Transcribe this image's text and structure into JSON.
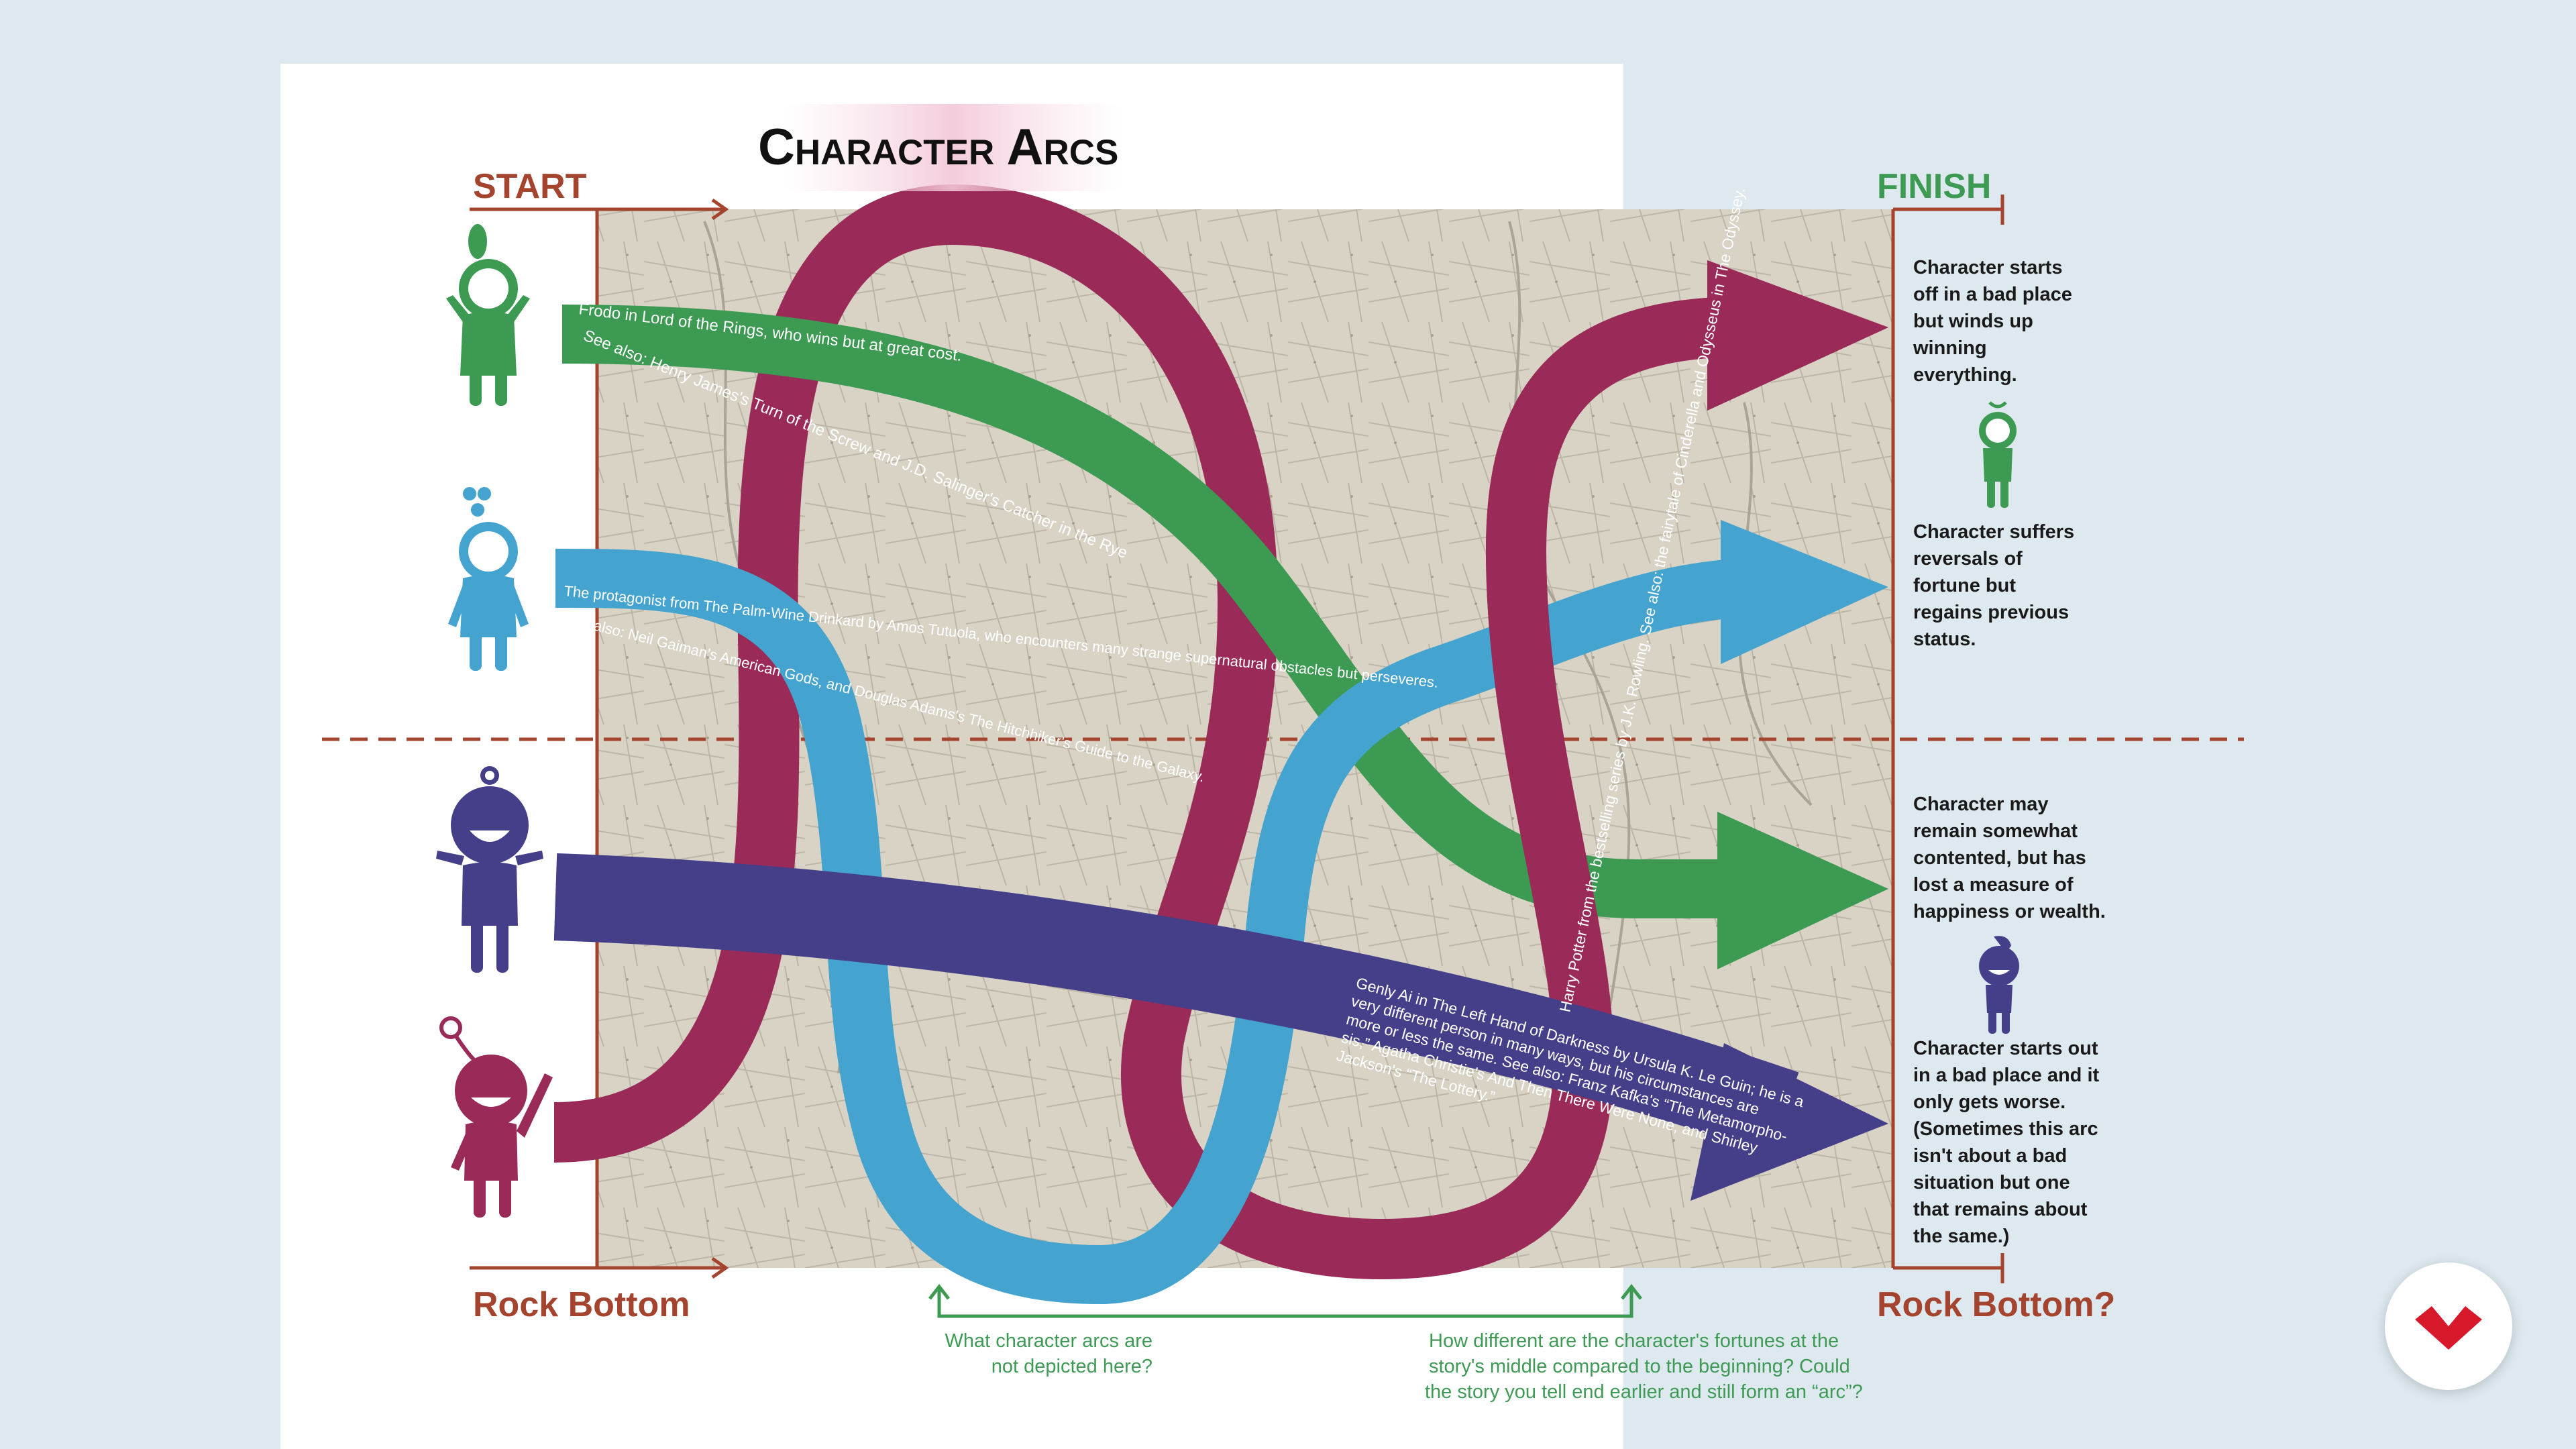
{
  "title": "Character Arcs",
  "labels": {
    "start": "START",
    "finish": "FINISH",
    "rock_bottom_left": "Rock Bottom",
    "rock_bottom_right": "Rock Bottom?"
  },
  "descriptions": [
    [
      "Character starts",
      "off in a bad place",
      "but winds up",
      "winning",
      "everything."
    ],
    [
      "Character suffers",
      "reversals of",
      "fortune but",
      "regains previous",
      "status."
    ],
    [
      "Character may",
      "remain somewhat",
      "contented, but has",
      "lost a measure of",
      "happiness or wealth."
    ],
    [
      "Character starts out",
      "in a bad place and it",
      "only gets worse.",
      "(Sometimes this arc",
      "isn't about a bad",
      "situation but one",
      "that remains about",
      "the same.)"
    ]
  ],
  "questions": {
    "q1": [
      "What character arcs are",
      "not depicted here?"
    ],
    "q2": [
      "How different are the character's fortunes at the",
      "story's middle compared to the beginning? Could",
      "the story you tell end earlier and still form an “arc”?"
    ]
  },
  "arcs": {
    "green": {
      "line1": "Frodo in Lord of the Rings, who wins but at great cost.",
      "line2": "See also: Henry James's Turn of the Screw and J.D. Salinger's Catcher in the Rye"
    },
    "blue": {
      "line1": "The protagonist from The Palm-Wine Drinkard by Amos Tutuola, who encounters many strange supernatural obstacles but perseveres.",
      "line2": "See also: Neil Gaiman's American Gods, and Douglas Adams's The Hitchhiker's Guide to the Galaxy."
    },
    "magenta": {
      "text": "Harry Potter from the bestselling series by J.K. Rowling. See also: the fairytale of Cinderella and Odysseus in The Odyssey."
    },
    "indigo": {
      "lines": [
        "Genly Ai in The Left Hand of Darkness by Ursula K. Le Guin; he is a",
        "very different person in many ways, but his circumstances are",
        "more or less the same. See also: Franz Kafka's “The Metamorpho-",
        "sis,” Agatha Christie's And Then There Were None, and Shirley",
        "Jackson's “The Lottery.”"
      ]
    }
  },
  "colors": {
    "magenta": "#9a2a57",
    "green": "#3d9a52",
    "blue": "#45a3cf",
    "indigo": "#453f8a",
    "axis": "#a4442e",
    "finish": "#3d9a52",
    "badge": "#d8192c"
  },
  "icons": [
    "green-figure-icon",
    "blue-figure-icon",
    "indigo-figure-icon",
    "magenta-figure-icon",
    "brand-logo-icon"
  ]
}
